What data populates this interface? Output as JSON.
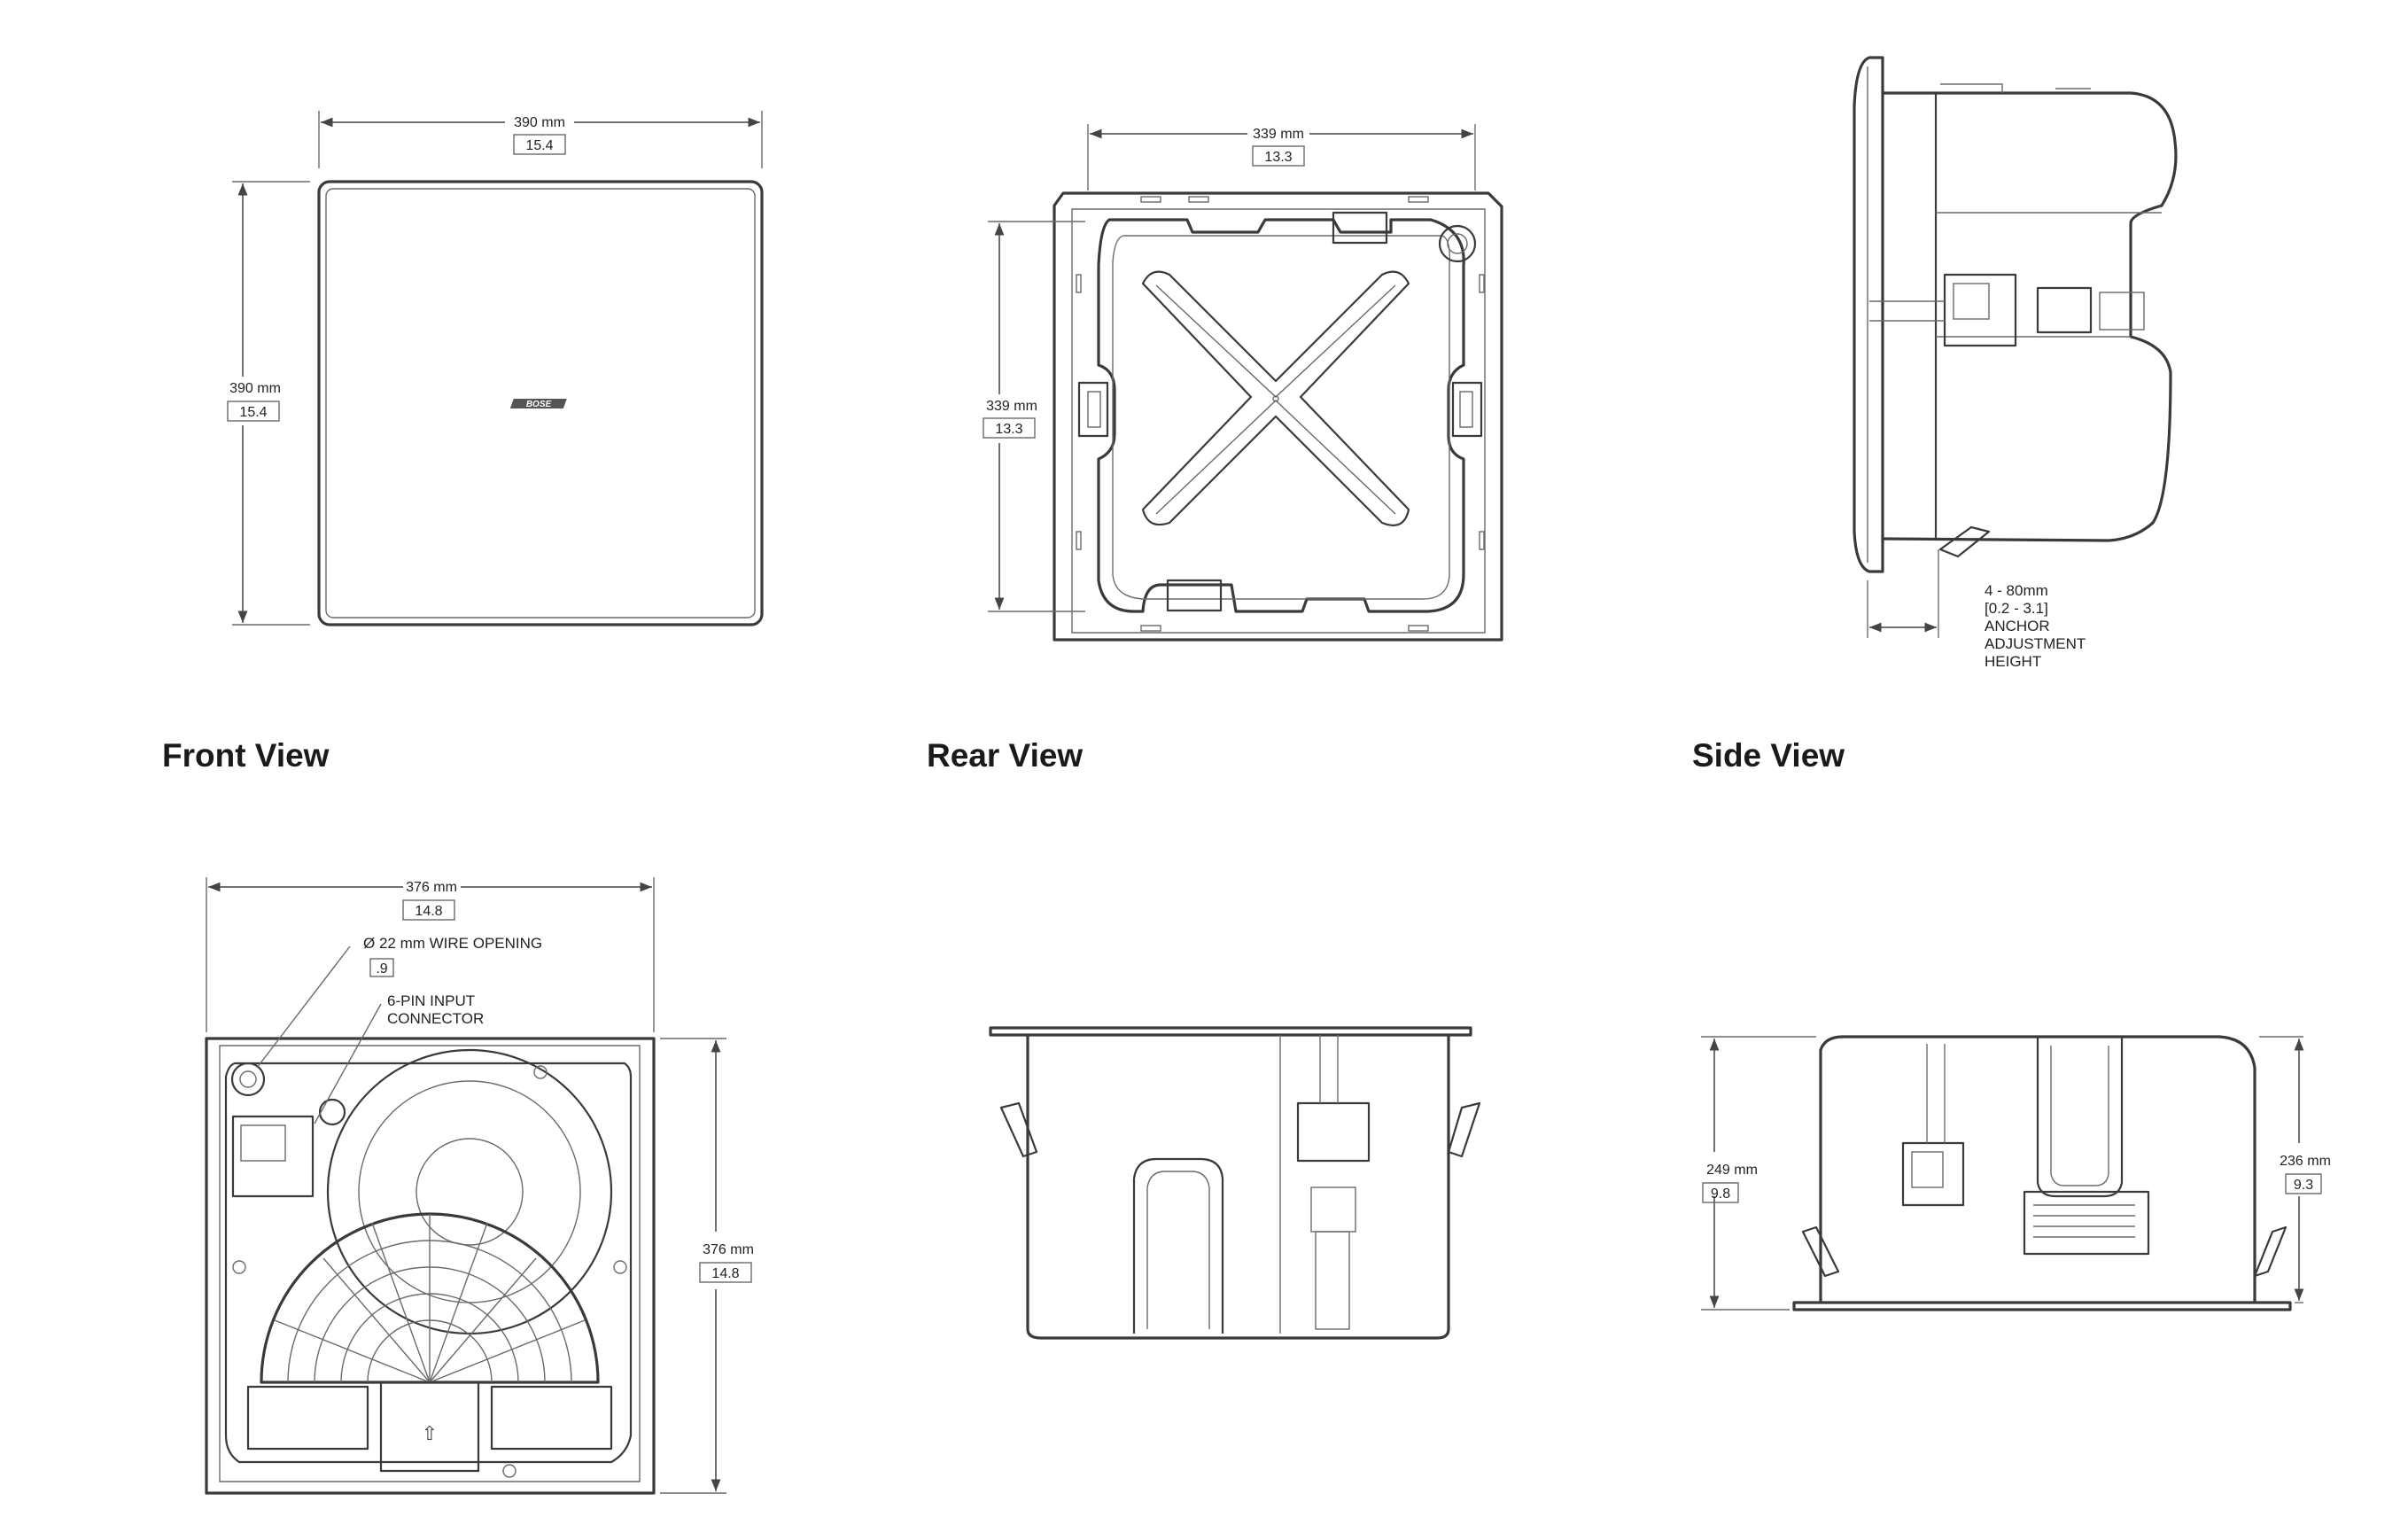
{
  "views": {
    "front": {
      "title": "Front View",
      "width_mm": "390 mm",
      "width_in": "15.4",
      "height_mm": "390 mm",
      "height_in": "15.4",
      "logo": "BOSE"
    },
    "rear": {
      "title": "Rear View",
      "width_mm": "339 mm",
      "width_in": "13.3",
      "height_mm": "339 mm",
      "height_in": "13.3"
    },
    "side": {
      "title": "Side View",
      "anchor_mm": "4 - 80mm",
      "anchor_in": "[0.2 - 3.1]",
      "anchor_label_1": "ANCHOR",
      "anchor_label_2": "ADJUSTMENT",
      "anchor_label_3": "HEIGHT"
    },
    "bottom_left": {
      "width_mm": "376 mm",
      "width_in": "14.8",
      "height_mm": "376 mm",
      "height_in": "14.8",
      "wire_opening": "Ø 22 mm WIRE OPENING",
      "wire_opening_in": ".9",
      "connector_1": "6-PIN INPUT",
      "connector_2": "CONNECTOR"
    },
    "bottom_right": {
      "left_height_mm": "249 mm",
      "left_height_in": "9.8",
      "right_height_mm": "236 mm",
      "right_height_in": "9.3"
    }
  },
  "colors": {
    "line": "#3a3a3a",
    "text": "#1a1a1a",
    "background": "#ffffff"
  }
}
